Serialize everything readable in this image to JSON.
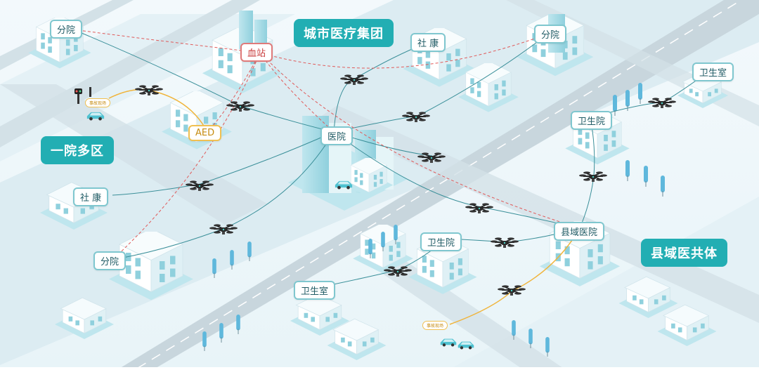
{
  "titles": {
    "city_group": "城市医疗集团",
    "one_hospital": "一院多区",
    "county_alliance": "县域医共体"
  },
  "labels": {
    "branch_top_left": "分院",
    "blood_station": "血站",
    "community_top": "社 康",
    "branch_top_right": "分院",
    "clinic_right_top": "卫生室",
    "hospital_center": "医院",
    "aed": "AED",
    "health_center_right": "卫生院",
    "community_left": "社 康",
    "county_hospital": "县域医院",
    "health_center_mid": "卫生院",
    "branch_bottom_left": "分院",
    "clinic_bottom": "卫生室"
  },
  "small_tags": {
    "accident_left": "事故现场",
    "accident_bottom": "事故现场"
  },
  "colors": {
    "accent": "#22aeb3",
    "route_line": "#3a8f99",
    "blood_route": "#e05a5a",
    "emergency_route": "#f0b43a",
    "road": "#c9d7de",
    "building": "#ffffff",
    "building_accent": "#8fd6e0"
  },
  "icons": [
    "drone-icon",
    "ambulance-car-icon",
    "traffic-light-icon",
    "tree-icon"
  ]
}
